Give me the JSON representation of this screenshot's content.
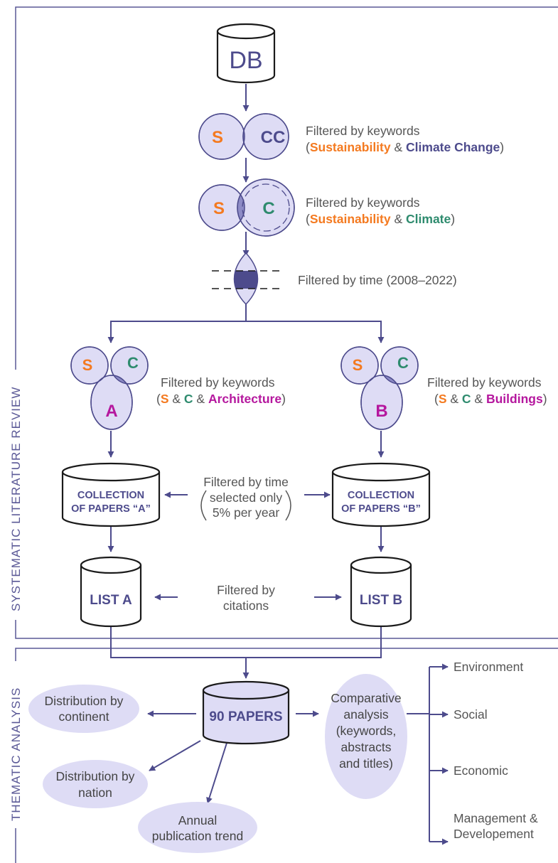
{
  "sections": {
    "systematic_review": "SYSTEMATIC LITERATURE REVIEW",
    "thematic_analysis": "THEMATIC ANALYSIS"
  },
  "colors": {
    "navy": "#4d4b8c",
    "fill": "#dedcf5",
    "overlap": "#8d8bc6",
    "dark_overlap": "#4d4b8c",
    "orange": "#f47a20",
    "green": "#2e8b6e",
    "magenta": "#b5179e",
    "caption": "#555555"
  },
  "db": {
    "label": "DB"
  },
  "step1": {
    "left": "S",
    "right": "CC",
    "line1": "Filtered by keywords",
    "open": "(",
    "kw1": "Sustainability",
    "amp": " & ",
    "kw2": "Climate Change",
    "close": ")"
  },
  "step2": {
    "left": "S",
    "right": "C",
    "line1": "Filtered by keywords",
    "open": "(",
    "kw1": "Sustainability",
    "amp": " & ",
    "kw2": "Climate",
    "close": ")"
  },
  "step3": {
    "label": "Filtered by time (2008–2022)"
  },
  "branch_a": {
    "s": "S",
    "c": "C",
    "third": "A",
    "line1": "Filtered by keywords",
    "open": "(",
    "kw1": "S",
    "amp1": " & ",
    "kw2": "C",
    "amp2": " & ",
    "kw3": "Architecture",
    "close": ")",
    "collection_line1": "COLLECTION",
    "collection_line2": "OF PAPERS “A”",
    "list": "LIST A"
  },
  "branch_b": {
    "s": "S",
    "c": "C",
    "third": "B",
    "line1": "Filtered by keywords",
    "open": "(",
    "kw1": "S",
    "amp1": " & ",
    "kw2": "C",
    "amp2": " & ",
    "kw3": "Buildings",
    "close": ")",
    "collection_line1": "COLLECTION",
    "collection_line2": "OF PAPERS “B”",
    "list": "LIST B"
  },
  "time_filter": {
    "line1": "Filtered by time",
    "line2": "selected only",
    "line3": "5% per year"
  },
  "citation_filter": {
    "line1": "Filtered by",
    "line2": "citations"
  },
  "final": {
    "label": "90 PAPERS"
  },
  "outputs": {
    "continent": [
      "Distribution by",
      "continent"
    ],
    "nation": [
      "Distribution by",
      "nation"
    ],
    "annual": [
      "Annual",
      "publication trend"
    ],
    "comparative": [
      "Comparative",
      "analysis",
      "(keywords,",
      "abstracts",
      "and titles)"
    ]
  },
  "themes": [
    "Environment",
    "Social",
    "Economic",
    "Management &",
    "Developement"
  ]
}
